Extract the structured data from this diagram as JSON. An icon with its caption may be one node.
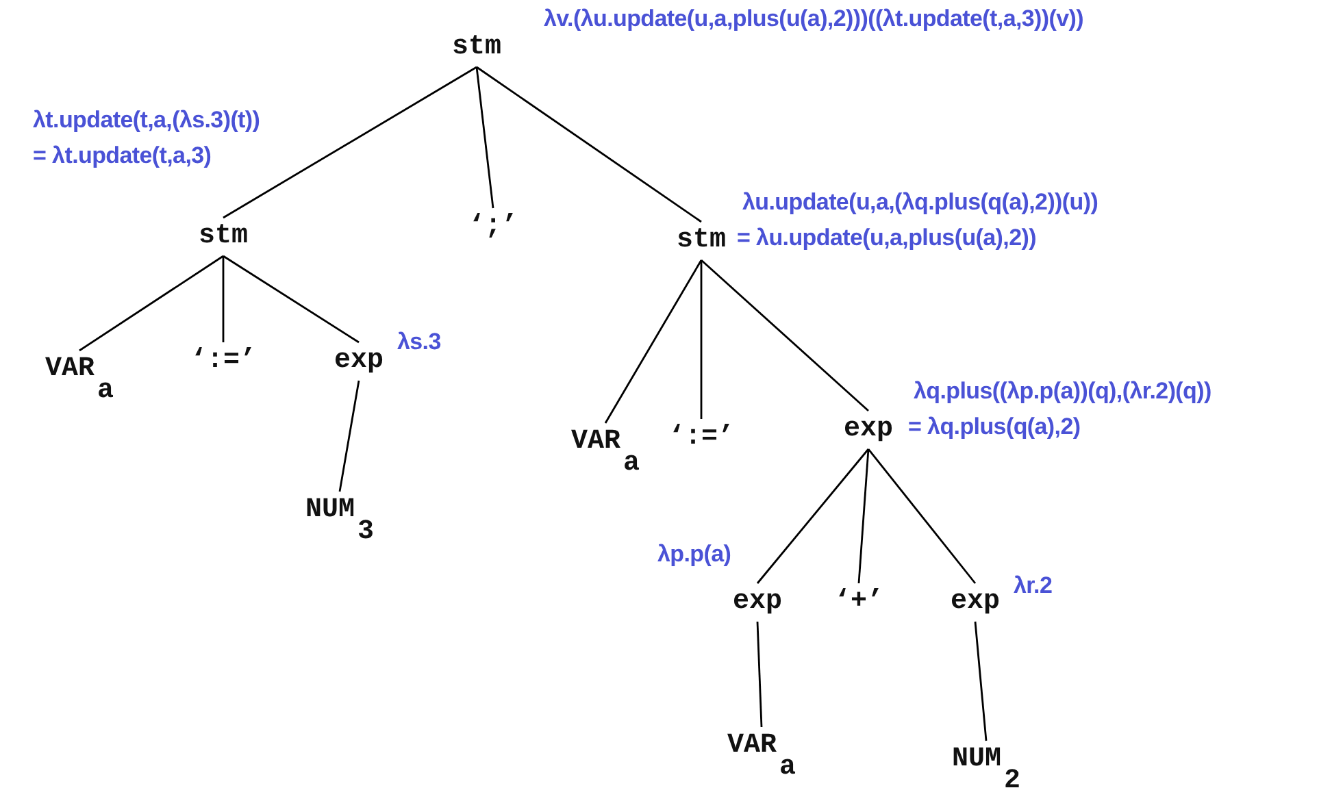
{
  "diagram": {
    "nodes": [
      {
        "text": [
          "stm"
        ],
        "beside": [
          "λv.(λu.update(u,a,plus(u(a),2)))((λt.update(t,a,3))(v))"
        ]
      },
      {
        "text": [
          "stm"
        ],
        "beside": [
          "λt.update(t,a,(λs.3)(t))",
          "= λt.update(t,a,3)"
        ]
      },
      {
        "text": [
          "‘;’"
        ]
      },
      {
        "text": [
          "stm"
        ],
        "beside": [
          "λu.update(u,a,(λq.plus(q(a),2))(u))",
          "= λu.update(u,a,plus(u(a),2))"
        ]
      },
      {
        "text": [
          "VAR$_{a}$"
        ]
      },
      {
        "text": [
          "‘:=’"
        ]
      },
      {
        "text": [
          "exp"
        ],
        "beside": [
          "λs.3"
        ]
      },
      {
        "text": [
          "NUM$_{3}$"
        ]
      },
      {
        "text": [
          "VAR$_{a}$"
        ]
      },
      {
        "text": [
          "‘:=’"
        ]
      },
      {
        "text": [
          "exp"
        ],
        "beside": [
          "λq.plus((λp.p(a))(q),(λr.2)(q))",
          "= λq.plus(q(a),2)"
        ]
      },
      {
        "text": [
          "exp"
        ],
        "beside": [
          "λp.p(a)"
        ]
      },
      {
        "text": [
          "‘+’"
        ]
      },
      {
        "text": [
          "exp"
        ],
        "beside": [
          "λr.2"
        ]
      },
      {
        "text": [
          "VAR$_{a}$"
        ]
      },
      {
        "text": [
          "NUM$_{2}$"
        ]
      }
    ],
    "edges": [
      {
        "from": 0,
        "to": 1,
        "arrow": "none"
      },
      {
        "from": 0,
        "to": 2,
        "arrow": "none"
      },
      {
        "from": 0,
        "to": 3,
        "arrow": "none"
      },
      {
        "from": 1,
        "to": 4,
        "arrow": "none"
      },
      {
        "from": 1,
        "to": 5,
        "arrow": "none"
      },
      {
        "from": 1,
        "to": 6,
        "arrow": "none"
      },
      {
        "from": 6,
        "to": 7,
        "arrow": "none"
      },
      {
        "from": 3,
        "to": 8,
        "arrow": "none"
      },
      {
        "from": 3,
        "to": 9,
        "arrow": "none"
      },
      {
        "from": 3,
        "to": 10,
        "arrow": "none"
      },
      {
        "from": 10,
        "to": 11,
        "arrow": "none"
      },
      {
        "from": 10,
        "to": 12,
        "arrow": "none"
      },
      {
        "from": 10,
        "to": 13,
        "arrow": "none"
      },
      {
        "from": 11,
        "to": 14,
        "arrow": "none"
      },
      {
        "from": 13,
        "to": 15,
        "arrow": "none"
      }
    ]
  }
}
